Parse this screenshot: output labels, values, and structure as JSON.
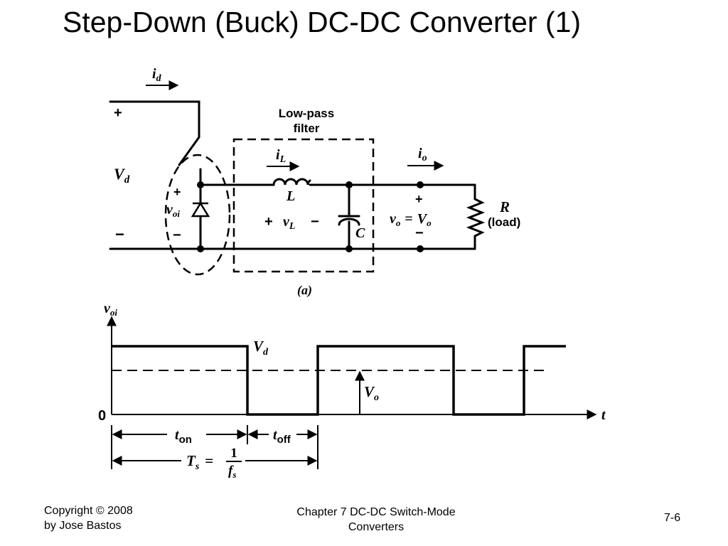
{
  "slide": {
    "title": "Step-Down (Buck) DC-DC Converter (1)"
  },
  "circuit": {
    "input_current": "i",
    "input_current_sub": "d",
    "source_plus": "+",
    "source_minus": "−",
    "source_voltage": "V",
    "source_voltage_sub": "d",
    "voi_plus": "+",
    "voi_label": "v",
    "voi_sub": "oi",
    "voi_minus": "−",
    "filter_label_line1": "Low-pass",
    "filter_label_line2": "filter",
    "inductor_current": "i",
    "inductor_current_sub": "L",
    "inductor_label": "L",
    "vl_plus": "+",
    "vl_label": "v",
    "vl_sub": "L",
    "vl_minus": "−",
    "capacitor_label": "C",
    "output_current": "i",
    "output_current_sub": "o",
    "vo_plus": "+",
    "vo_label": "v",
    "vo_sub": "o",
    "vo_equals": "=",
    "vo_big": "V",
    "vo_big_sub": "o",
    "vo_minus": "−",
    "load_symbol": "R",
    "load_text": "(load)",
    "caption": "(a)"
  },
  "waveform": {
    "y_axis_label": "v",
    "y_axis_sub": "oi",
    "high_label": "V",
    "high_sub": "d",
    "avg_label": "V",
    "avg_sub": "o",
    "zero_label": "0",
    "x_axis_label": "t",
    "ton_label": "t",
    "ton_sub": "on",
    "toff_label": "t",
    "toff_sub": "off",
    "ts_label": "T",
    "ts_sub": "s",
    "ts_equals": "=",
    "ts_numerator": "1",
    "ts_denominator": "f",
    "ts_denominator_sub": "s"
  },
  "footer": {
    "copyright_line1": "Copyright © 2008",
    "copyright_line2": "by Jose Bastos",
    "chapter_line1": "Chapter 7 DC-DC Switch-Mode",
    "chapter_line2": "Converters",
    "page_number": "7-6"
  }
}
